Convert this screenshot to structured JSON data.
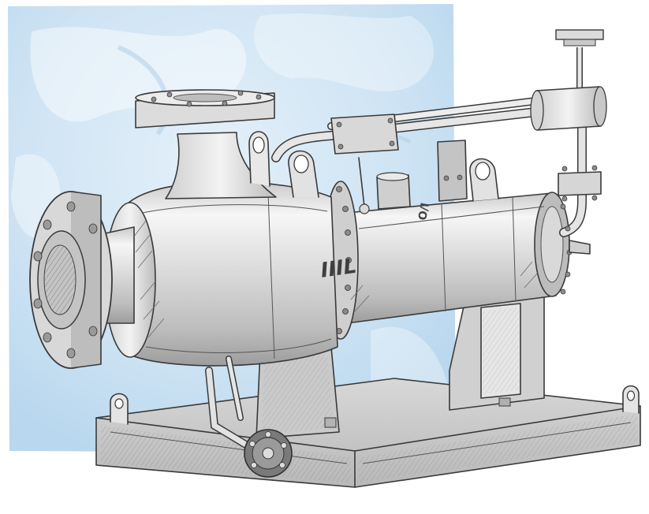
{
  "scene": {
    "subject": "pump-illustration",
    "colors": {
      "watercolor_bg": "#cfe4f4",
      "watercolor_deep": "#b6d5ee",
      "metal_light": "#efefef",
      "metal_mid": "#d2d2d2",
      "metal_dark": "#a9a9a9",
      "ink": "#3a3a3a",
      "base_plate": "#c8c8c8"
    },
    "casing_mark": "IIIL",
    "side_mark": "O/I"
  }
}
